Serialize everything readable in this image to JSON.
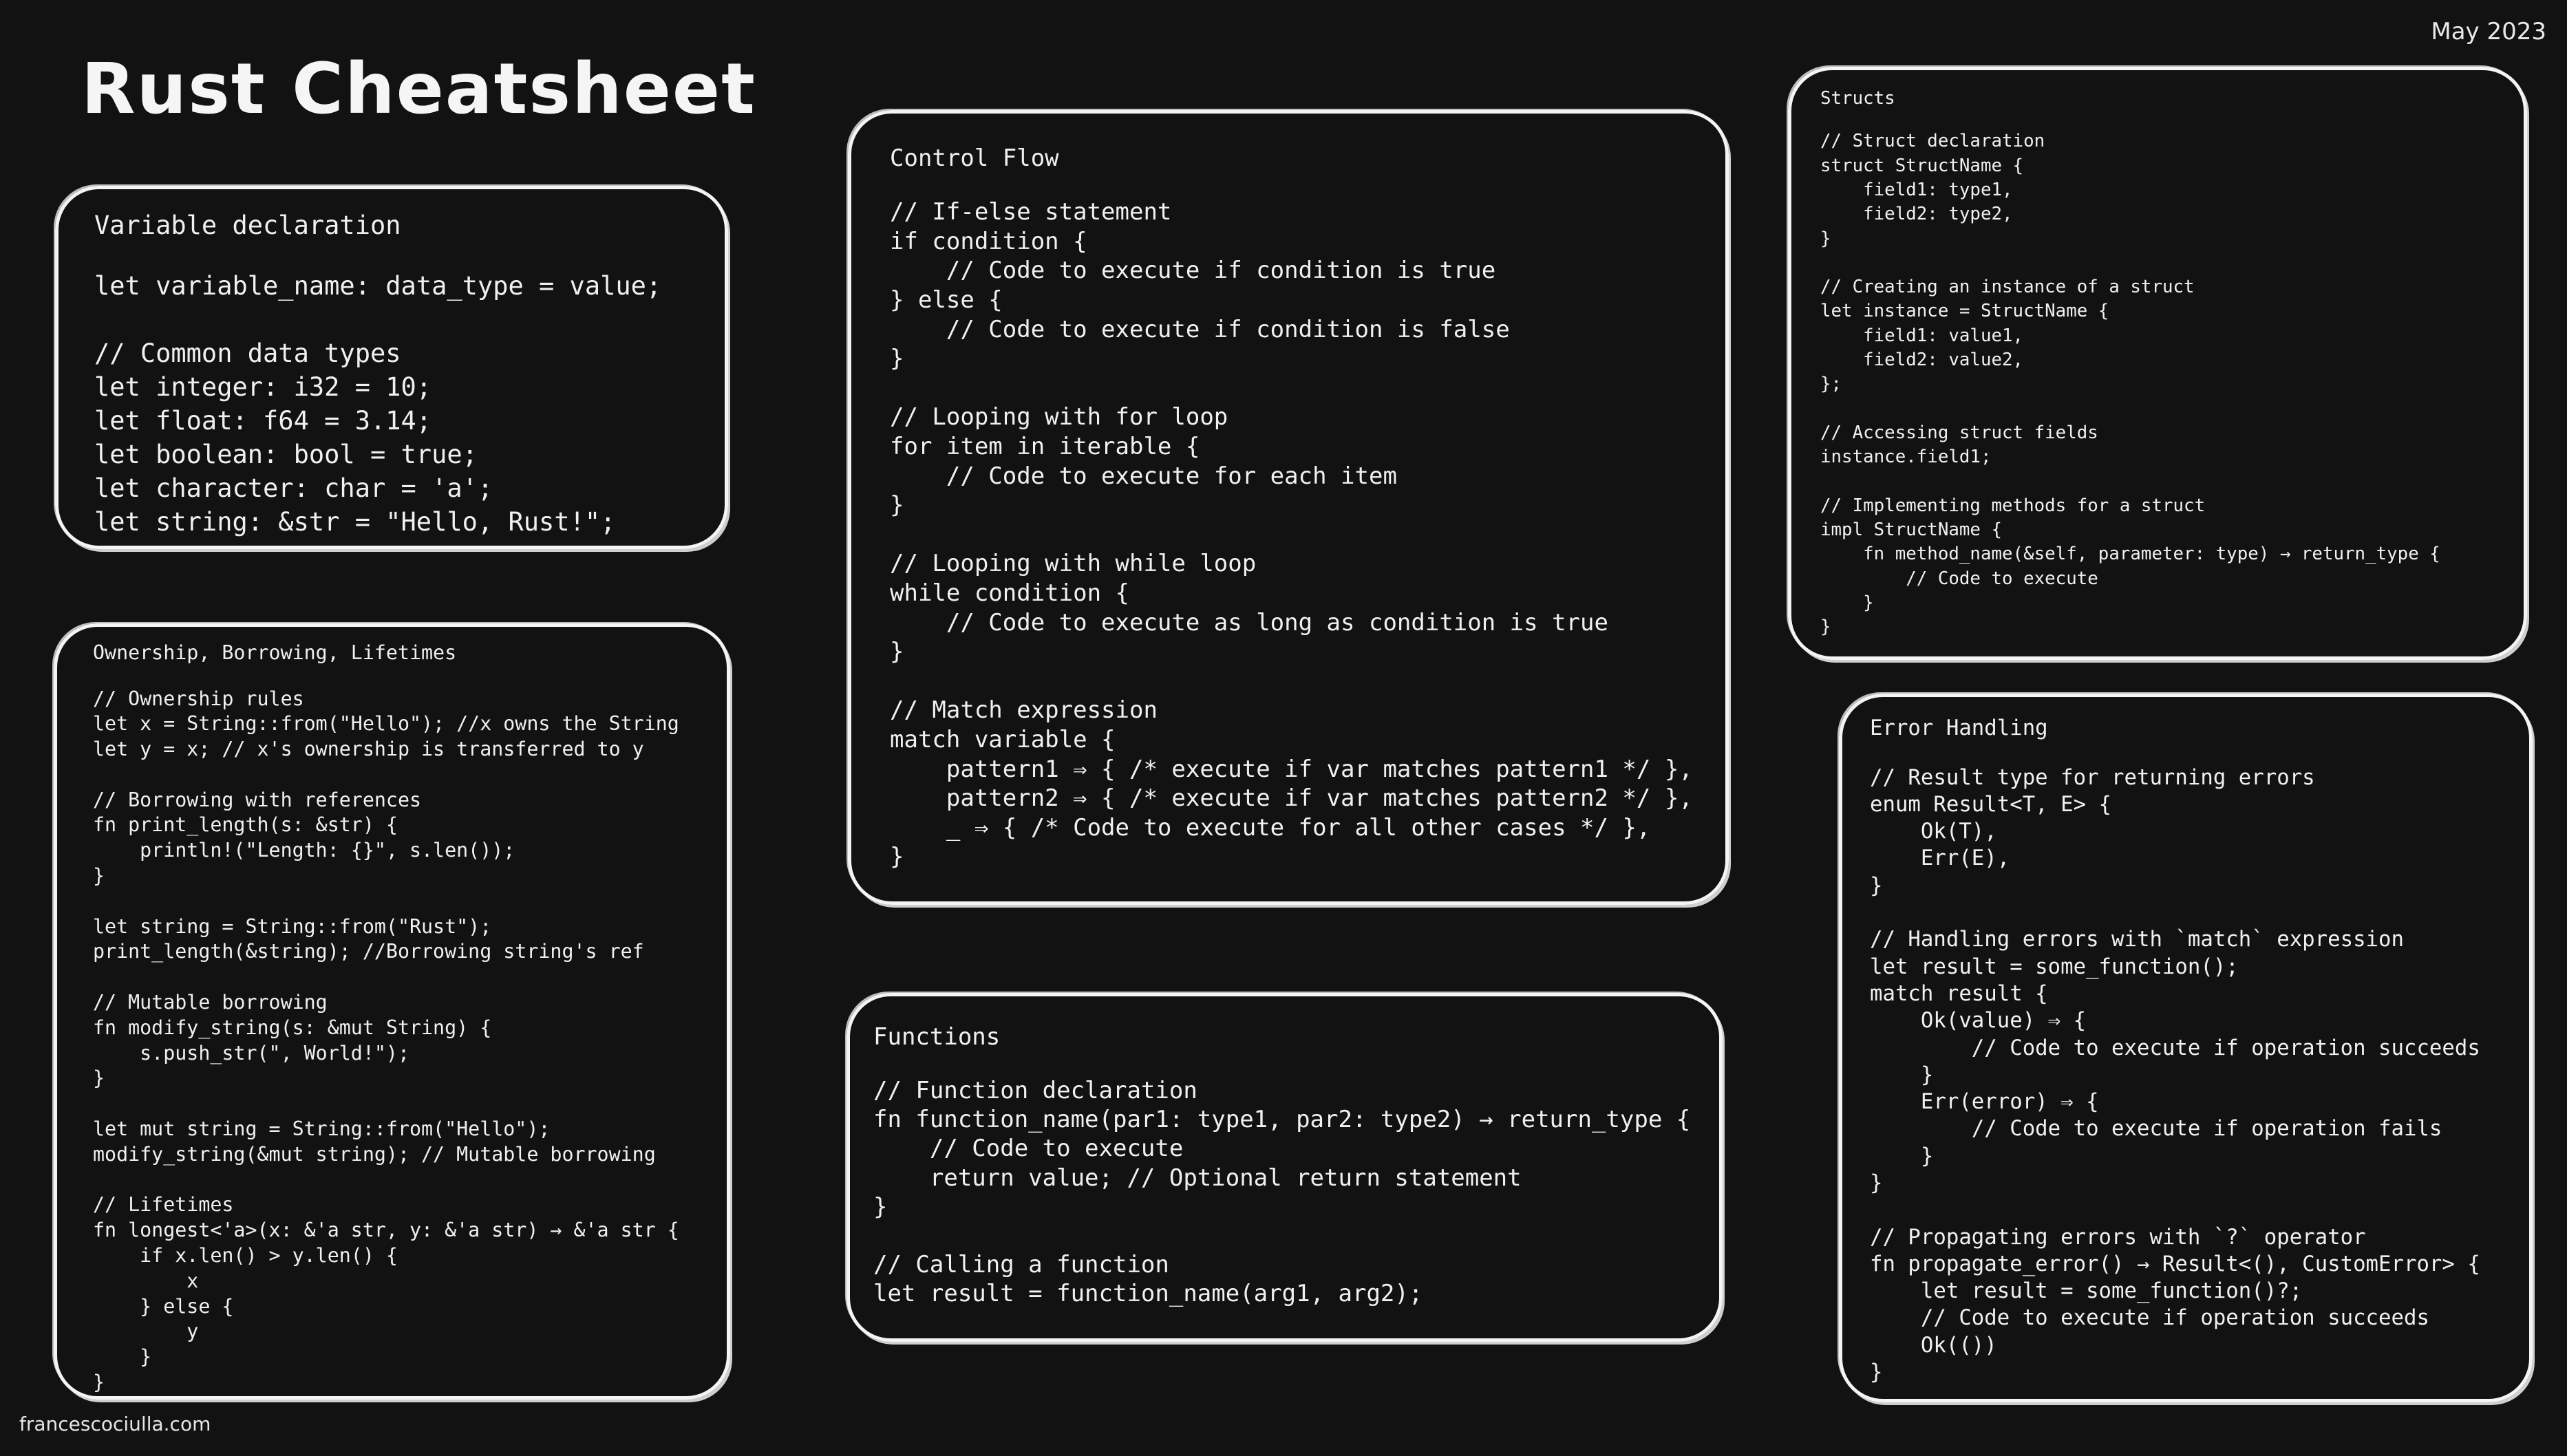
{
  "header": {
    "title": "Rust Cheatsheet",
    "date": "May 2023"
  },
  "footer": {
    "author": "francescociulla.com"
  },
  "cards": {
    "variables": {
      "title": "Variable declaration",
      "code": "let variable_name: data_type = value;\n\n// Common data types\nlet integer: i32 = 10;\nlet float: f64 = 3.14;\nlet boolean: bool = true;\nlet character: char = 'a';\nlet string: &str = \"Hello, Rust!\";"
    },
    "ownership": {
      "title": "Ownership, Borrowing, Lifetimes",
      "code": "// Ownership rules\nlet x = String::from(\"Hello\"); //x owns the String\nlet y = x; // x's ownership is transferred to y\n\n// Borrowing with references\nfn print_length(s: &str) {\n    println!(\"Length: {}\", s.len());\n}\n\nlet string = String::from(\"Rust\");\nprint_length(&string); //Borrowing string's ref\n\n// Mutable borrowing\nfn modify_string(s: &mut String) {\n    s.push_str(\", World!\");\n}\n\nlet mut string = String::from(\"Hello\");\nmodify_string(&mut string); // Mutable borrowing\n\n// Lifetimes\nfn longest<'a>(x: &'a str, y: &'a str) → &'a str {\n    if x.len() > y.len() {\n        x\n    } else {\n        y\n    }\n}"
    },
    "control_flow": {
      "title": "Control Flow",
      "code": "// If-else statement\nif condition {\n    // Code to execute if condition is true\n} else {\n    // Code to execute if condition is false\n}\n\n// Looping with for loop\nfor item in iterable {\n    // Code to execute for each item\n}\n\n// Looping with while loop\nwhile condition {\n    // Code to execute as long as condition is true\n}\n\n// Match expression\nmatch variable {\n    pattern1 ⇒ { /* execute if var matches pattern1 */ },\n    pattern2 ⇒ { /* execute if var matches pattern2 */ },\n    _ ⇒ { /* Code to execute for all other cases */ },\n}"
    },
    "functions": {
      "title": "Functions",
      "code": "// Function declaration\nfn function_name(par1: type1, par2: type2) → return_type {\n    // Code to execute\n    return value; // Optional return statement\n}\n\n// Calling a function\nlet result = function_name(arg1, arg2);"
    },
    "structs": {
      "title": "Structs",
      "code": "// Struct declaration\nstruct StructName {\n    field1: type1,\n    field2: type2,\n}\n\n// Creating an instance of a struct\nlet instance = StructName {\n    field1: value1,\n    field2: value2,\n};\n\n// Accessing struct fields\ninstance.field1;\n\n// Implementing methods for a struct\nimpl StructName {\n    fn method_name(&self, parameter: type) → return_type {\n        // Code to execute\n    }\n}"
    },
    "error_handling": {
      "title": "Error Handling",
      "code": "// Result type for returning errors\nenum Result<T, E> {\n    Ok(T),\n    Err(E),\n}\n\n// Handling errors with `match` expression\nlet result = some_function();\nmatch result {\n    Ok(value) ⇒ {\n        // Code to execute if operation succeeds\n    }\n    Err(error) ⇒ {\n        // Code to execute if operation fails\n    }\n}\n\n// Propagating errors with `?` operator\nfn propagate_error() → Result<(), CustomError> {\n    let result = some_function()?;\n    // Code to execute if operation succeeds\n    Ok(())\n}"
    }
  }
}
